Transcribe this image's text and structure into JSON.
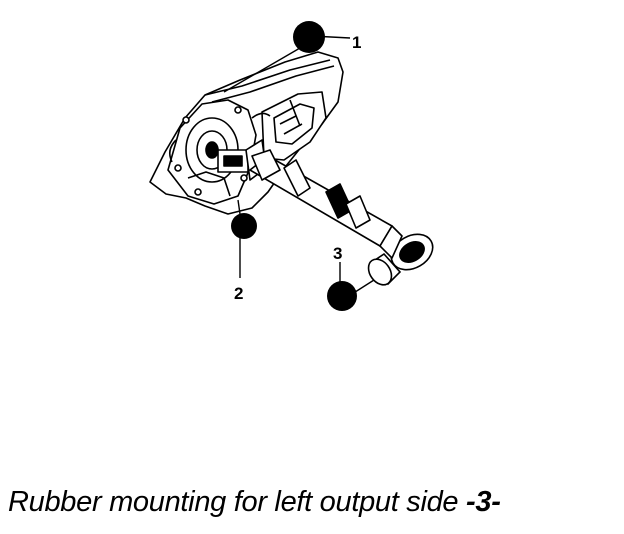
{
  "colors": {
    "ink": "#000000",
    "paper": "#ffffff"
  },
  "diagram": {
    "subject": "transmission-assembly-with-output-shaft",
    "callouts": [
      {
        "id": "1",
        "label": "1"
      },
      {
        "id": "2",
        "label": "2"
      },
      {
        "id": "3",
        "label": "3"
      }
    ]
  },
  "caption": {
    "text": "Rubber mounting for left output side ",
    "ref": "-3-"
  }
}
